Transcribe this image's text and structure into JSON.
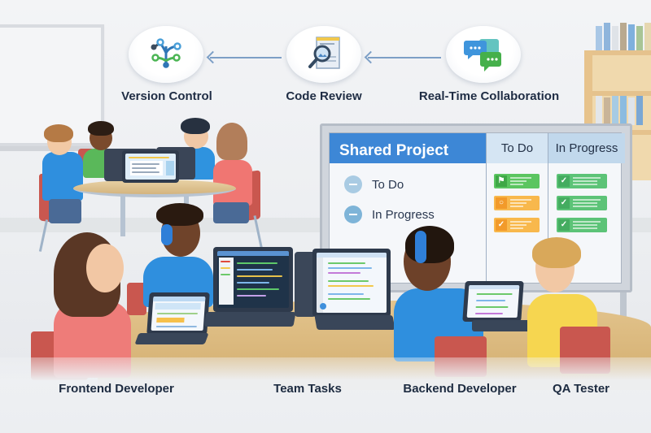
{
  "workflow": {
    "nodes": [
      {
        "label": "Version Control",
        "icon": "branch-icon"
      },
      {
        "label": "Code Review",
        "icon": "magnifier-document-icon"
      },
      {
        "label": "Real-Time Collaboration",
        "icon": "chat-bubbles-icon"
      }
    ],
    "arrow_direction": "right-to-left"
  },
  "board": {
    "title": "Shared Project",
    "columns": [
      {
        "label": "To Do"
      },
      {
        "label": "In Progress"
      }
    ],
    "legend": [
      {
        "label": "To Do"
      },
      {
        "label": "In Progress"
      }
    ],
    "todo_cards": [
      {
        "status": "flag",
        "color": "#5bc560",
        "icon_glyph": "⚑"
      },
      {
        "status": "circle",
        "color": "#f8b84c",
        "icon_glyph": "○"
      },
      {
        "status": "check",
        "color": "#f8b84c",
        "icon_glyph": "✓"
      }
    ],
    "progress_cards": [
      {
        "status": "check",
        "color": "#5cc377",
        "icon_glyph": "✓"
      },
      {
        "status": "check",
        "color": "#5cc377",
        "icon_glyph": "✓"
      },
      {
        "status": "check",
        "color": "#5cc377",
        "icon_glyph": "✓"
      }
    ],
    "header_color": "#3d87d6"
  },
  "roles": [
    {
      "label": "Frontend Developer"
    },
    {
      "label": "Team Tasks"
    },
    {
      "label": "Backend Developer"
    },
    {
      "label": "QA Tester"
    }
  ]
}
